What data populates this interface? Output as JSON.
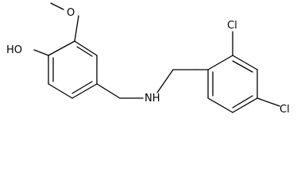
{
  "molecule": {
    "atoms": {
      "methoxy_oxygen": "O",
      "hydroxyl": "HO",
      "amine": "NH",
      "chlorine_2": "Cl",
      "chlorine_4": "Cl"
    }
  }
}
